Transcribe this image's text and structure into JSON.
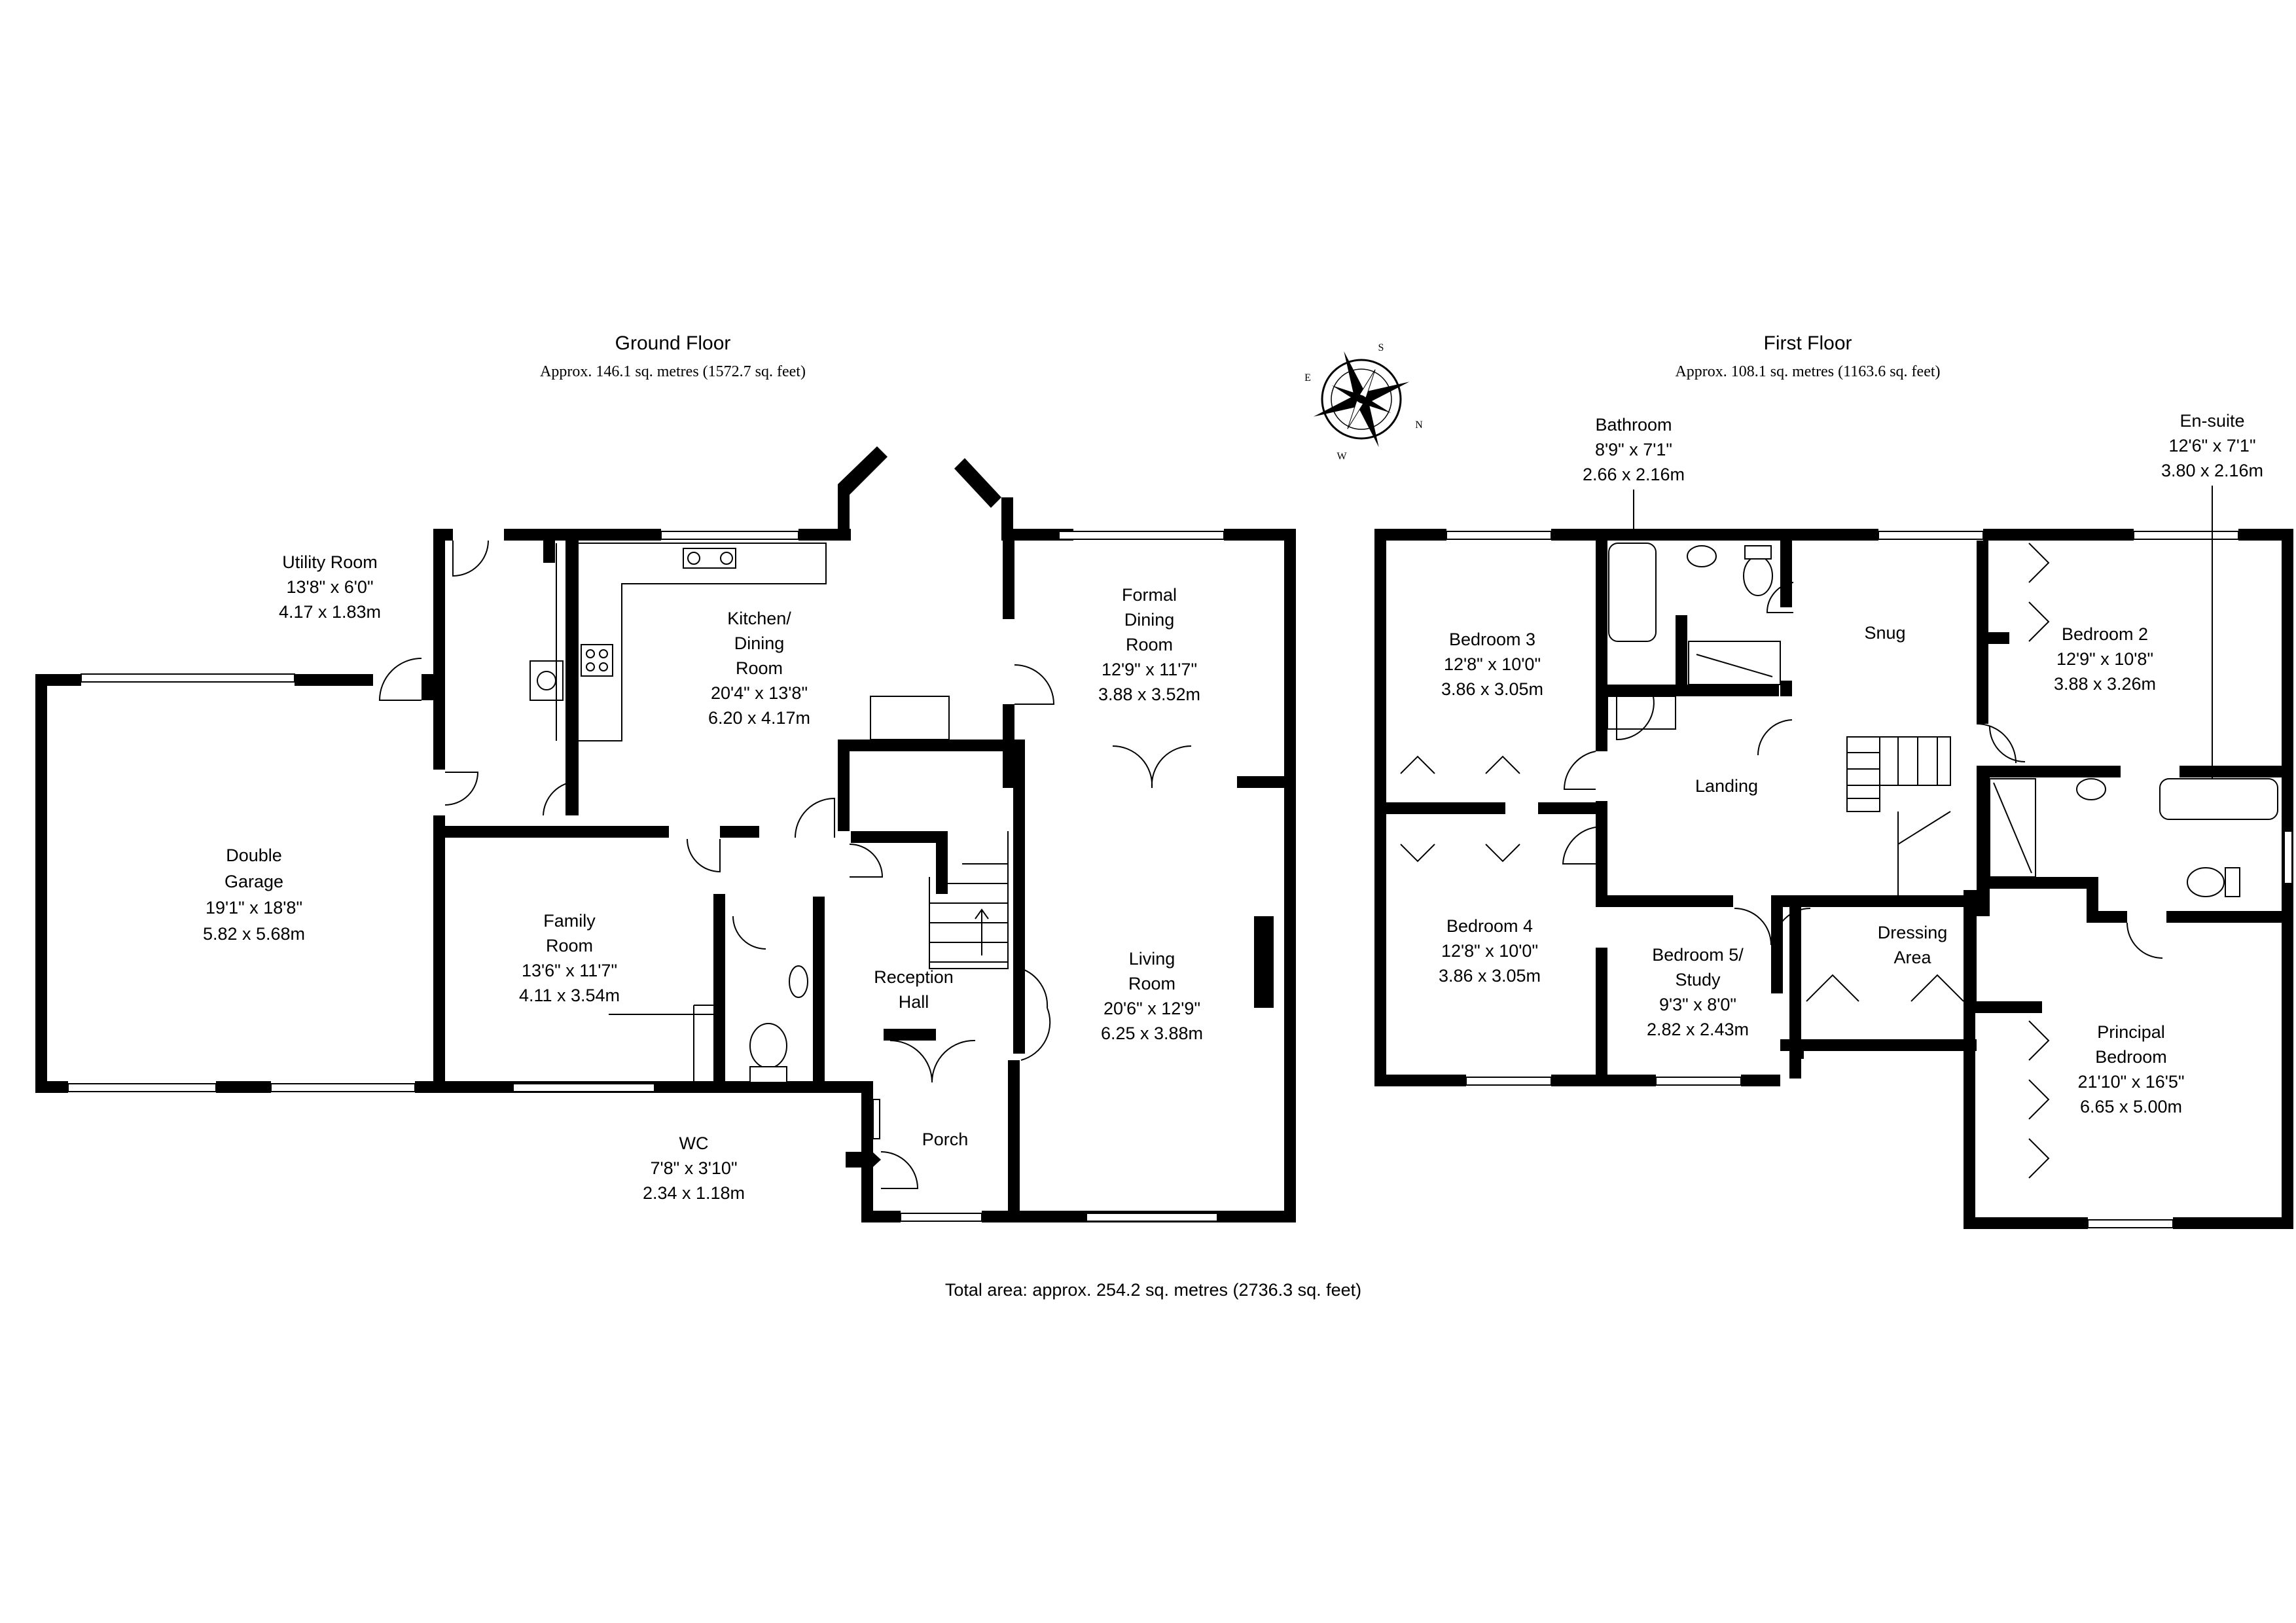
{
  "ground_floor": {
    "title": "Ground Floor",
    "area": "Approx. 146.1 sq. metres (1572.7 sq. feet)",
    "rooms": {
      "utility": [
        "Utility Room",
        "13'8\" x 6'0\"",
        "4.17 x 1.83m"
      ],
      "garage": [
        "Double",
        "Garage",
        "19'1\" x 18'8\"",
        "5.82 x 5.68m"
      ],
      "kitchen": [
        "Kitchen/",
        "Dining",
        "Room",
        "20'4\" x 13'8\"",
        "6.20 x 4.17m"
      ],
      "formal_dining": [
        "Formal",
        "Dining",
        "Room",
        "12'9\" x 11'7\"",
        "3.88 x 3.52m"
      ],
      "family": [
        "Family",
        "Room",
        "13'6\" x 11'7\"",
        "4.11 x 3.54m"
      ],
      "reception": [
        "Reception",
        "Hall"
      ],
      "living": [
        "Living",
        "Room",
        "20'6\" x 12'9\"",
        "6.25 x 3.88m"
      ],
      "porch": [
        "Porch"
      ],
      "wc": [
        "WC",
        "7'8\" x 3'10\"",
        "2.34 x 1.18m"
      ]
    }
  },
  "first_floor": {
    "title": "First Floor",
    "area": "Approx. 108.1 sq. metres (1163.6 sq. feet)",
    "rooms": {
      "bathroom": [
        "Bathroom",
        "8'9\" x 7'1\"",
        "2.66 x 2.16m"
      ],
      "ensuite": [
        "En-suite",
        "12'6\" x 7'1\"",
        "3.80 x 2.16m"
      ],
      "bedroom3": [
        "Bedroom 3",
        "12'8\" x 10'0\"",
        "3.86 x 3.05m"
      ],
      "snug": [
        "Snug"
      ],
      "bedroom2": [
        "Bedroom 2",
        "12'9\" x 10'8\"",
        "3.88 x 3.26m"
      ],
      "landing": [
        "Landing"
      ],
      "bedroom4": [
        "Bedroom 4",
        "12'8\" x 10'0\"",
        "3.86 x 3.05m"
      ],
      "bedroom5": [
        "Bedroom 5/",
        "Study",
        "9'3\" x 8'0\"",
        "2.82 x 2.43m"
      ],
      "dressing": [
        "Dressing",
        "Area"
      ],
      "principal": [
        "Principal",
        "Bedroom",
        "21'10\" x 16'5\"",
        "6.65 x 5.00m"
      ]
    }
  },
  "total_area": "Total area: approx. 254.2 sq. metres (2736.3 sq. feet)",
  "compass": {
    "letters": [
      "S",
      "E",
      "N",
      "W"
    ]
  },
  "colors": {
    "wall": "#000000",
    "background": "#ffffff"
  }
}
